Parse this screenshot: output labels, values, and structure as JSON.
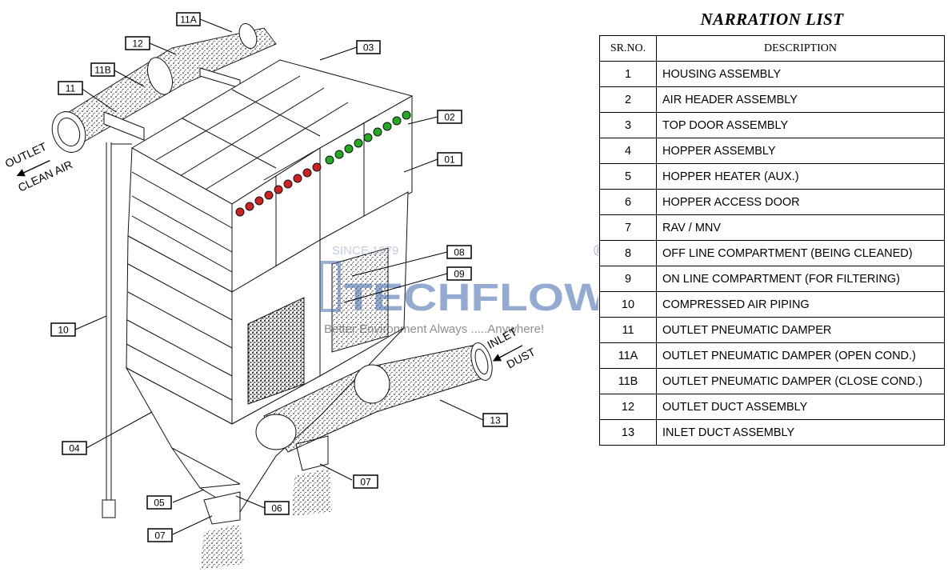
{
  "diagram": {
    "callouts": [
      "11A",
      "12",
      "11B",
      "11",
      "03",
      "02",
      "01",
      "08",
      "09",
      "10",
      "13",
      "04",
      "07",
      "05",
      "06",
      "07"
    ],
    "annotations": {
      "outlet_line1": "OUTLET",
      "outlet_line2": "CLEAN AIR",
      "inlet_line1": "INLET",
      "inlet_line2": "DUST"
    },
    "watermark": {
      "since": "SINCE 1979",
      "brand": "TECHFLOW",
      "registered": "®",
      "tagline": "Better Environment  Always .....Anywhere!"
    }
  },
  "narration": {
    "title": "NARRATION LIST",
    "headers": [
      "SR.NO.",
      "DESCRIPTION"
    ],
    "rows": [
      [
        "1",
        "HOUSING ASSEMBLY"
      ],
      [
        "2",
        "AIR HEADER ASSEMBLY"
      ],
      [
        "3",
        "TOP DOOR ASSEMBLY"
      ],
      [
        "4",
        "HOPPER ASSEMBLY"
      ],
      [
        "5",
        "HOPPER HEATER (AUX.)"
      ],
      [
        "6",
        "HOPPER ACCESS DOOR"
      ],
      [
        "7",
        "RAV / MNV"
      ],
      [
        "8",
        "OFF LINE COMPARTMENT (BEING CLEANED)"
      ],
      [
        "9",
        "ON LINE COMPARTMENT (FOR FILTERING)"
      ],
      [
        "10",
        "COMPRESSED AIR PIPING"
      ],
      [
        "11",
        "OUTLET PNEUMATIC DAMPER"
      ],
      [
        "11A",
        "OUTLET PNEUMATIC DAMPER (OPEN COND.)"
      ],
      [
        "11B",
        "OUTLET PNEUMATIC DAMPER (CLOSE COND.)"
      ],
      [
        "12",
        "OUTLET DUCT ASSEMBLY"
      ],
      [
        "13",
        "INLET DUCT ASSEMBLY"
      ]
    ]
  }
}
